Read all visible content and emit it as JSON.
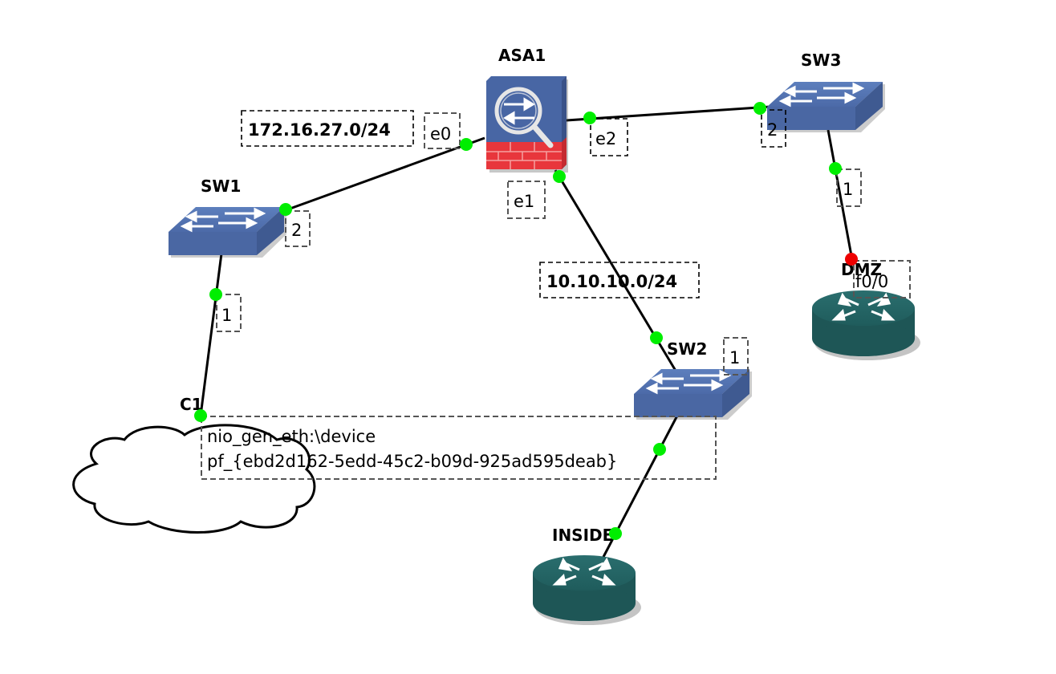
{
  "topology": {
    "nodes": {
      "asa1": {
        "label": "ASA1",
        "type": "firewall"
      },
      "sw1": {
        "label": "SW1",
        "type": "switch"
      },
      "sw2": {
        "label": "SW2",
        "type": "switch"
      },
      "sw3": {
        "label": "SW3",
        "type": "switch"
      },
      "dmz": {
        "label": "DMZ",
        "type": "router"
      },
      "inside": {
        "label": "INSIDE",
        "type": "router"
      },
      "c1": {
        "label": "C1",
        "type": "cloud"
      }
    },
    "links": [
      {
        "from": "asa1",
        "from_port": "e0",
        "to": "sw1",
        "to_port": "2",
        "status": "up"
      },
      {
        "from": "asa1",
        "from_port": "e1",
        "to": "sw2",
        "to_port": "1",
        "status": "up"
      },
      {
        "from": "asa1",
        "from_port": "e2",
        "to": "sw3",
        "to_port": "2",
        "status": "up"
      },
      {
        "from": "sw3",
        "from_port": "1",
        "to": "dmz",
        "to_port": "f0/0",
        "status": "down"
      },
      {
        "from": "sw1",
        "from_port": "1",
        "to": "c1",
        "to_port": "nio_gen_eth",
        "status": "up"
      },
      {
        "from": "sw2",
        "from_port": "",
        "to": "inside",
        "to_port": "",
        "status": "up"
      }
    ],
    "port_labels": {
      "e0": "e0",
      "e1": "e1",
      "e2": "e2",
      "sw1_p2": "2",
      "sw1_p1": "1",
      "sw3_p2": "2",
      "sw3_p1": "1",
      "sw2_p1": "1",
      "dmz_f00": "f0/0"
    },
    "notes": {
      "net_outside": "172.16.27.0/24",
      "net_inside": "10.10.10.0/24",
      "c1_line1": "nio_gen_eth:\\device",
      "c1_line2": "pf_{ebd2d162-5edd-45c2-b09d-925ad595deab}"
    },
    "colors": {
      "switch_blue": "#4a6aa5",
      "router_teal": "#1f5a5a",
      "firewall_red": "#e8363c",
      "link_up": "#00ee00",
      "link_down": "#ee0000"
    }
  }
}
